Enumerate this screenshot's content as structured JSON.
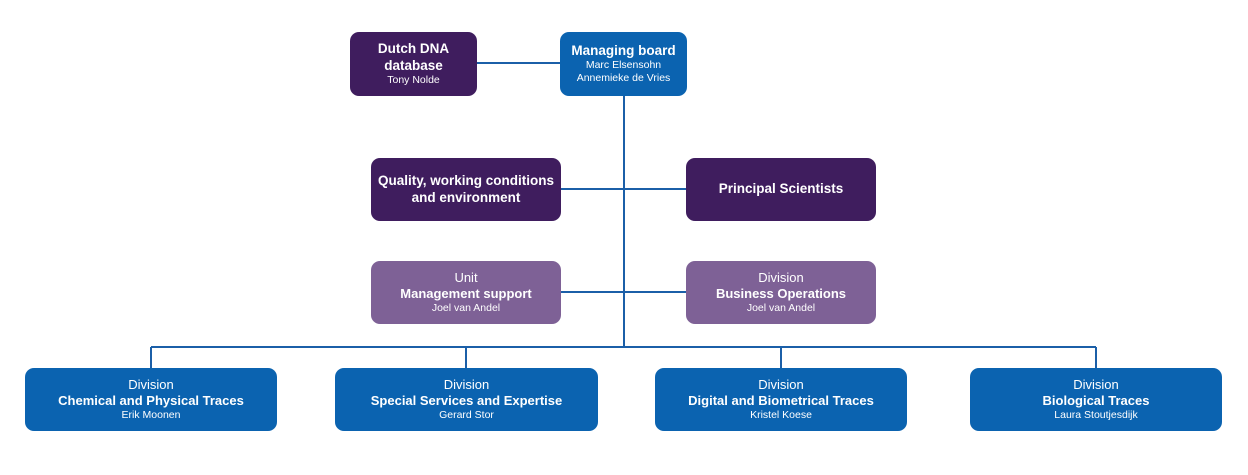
{
  "colors": {
    "board_dark": "#3f1d5e",
    "unit_mid": "#7e6196",
    "division_blue": "#0b63b0",
    "connector": "#1b5fa8"
  },
  "top": {
    "dna": {
      "title_line1": "Dutch DNA",
      "title_line2": "database",
      "person": "Tony Nolde"
    },
    "board": {
      "title": "Managing board",
      "person1": "Marc Elsensohn",
      "person2": "Annemieke de Vries"
    }
  },
  "staff": {
    "quality": {
      "title_line1": "Quality, working conditions",
      "title_line2": "and environment"
    },
    "scientists": {
      "title": "Principal Scientists"
    }
  },
  "support": {
    "management": {
      "kind": "Unit",
      "title": "Management support",
      "person": "Joel van Andel"
    },
    "business": {
      "kind": "Division",
      "title": "Business Operations",
      "person": "Joel van Andel"
    }
  },
  "divisions": [
    {
      "kind": "Division",
      "title": "Chemical and Physical Traces",
      "person": "Erik Moonen"
    },
    {
      "kind": "Division",
      "title": "Special Services and Expertise",
      "person": "Gerard Stor"
    },
    {
      "kind": "Division",
      "title": "Digital and Biometrical Traces",
      "person": "Kristel Koese"
    },
    {
      "kind": "Division",
      "title": "Biological Traces",
      "person": "Laura Stoutjesdijk"
    }
  ]
}
